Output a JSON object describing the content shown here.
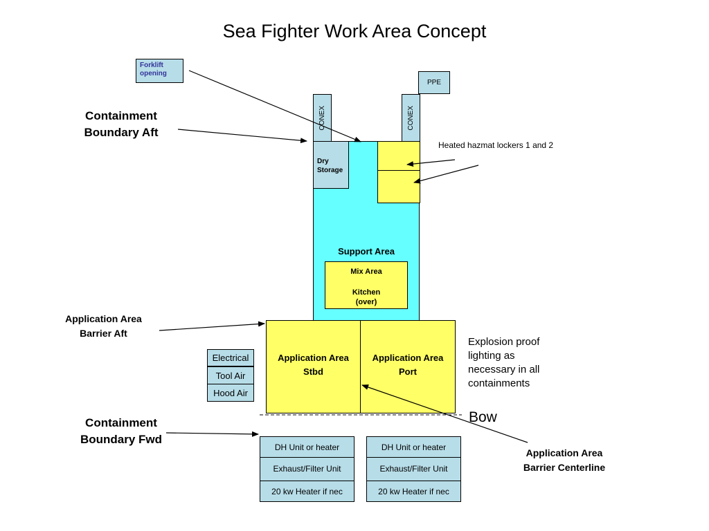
{
  "title": "Sea Fighter Work Area Concept",
  "labels": {
    "forklift_opening": "Forklift opening",
    "ppe": "PPE",
    "conex_left": "CONEX",
    "conex_right": "CONEX",
    "dry_storage": "Dry Storage",
    "heated_lockers": "Heated hazmat lockers 1 and 2",
    "containment_aft": "Containment Boundary Aft",
    "support_area": "Support Area",
    "mix_area": "Mix Area",
    "kitchen": "Kitchen (over)",
    "app_barrier_aft": "Application Area Barrier Aft",
    "app_area_stbd": "Application Area Stbd",
    "app_area_port": "Application Area Port",
    "explosion_proof": "Explosion proof lighting as necessary in all containments",
    "bow": "Bow",
    "electrical": "Electrical",
    "tool_air": "Tool Air",
    "hood_air": "Hood Air",
    "containment_fwd": "Containment Boundary Fwd",
    "app_barrier_centerline": "Application Area Barrier Centerline",
    "units_left": [
      "DH Unit or heater",
      "Exhaust/Filter Unit",
      "20 kw Heater if nec"
    ],
    "units_right": [
      "DH Unit or heater",
      "Exhaust/Filter Unit",
      "20 kw Heater if nec"
    ]
  },
  "colors": {
    "support_area": "#66ffff",
    "application_area": "#ffff66",
    "equipment": "#b7dde8",
    "forklift_text": "#333399"
  }
}
